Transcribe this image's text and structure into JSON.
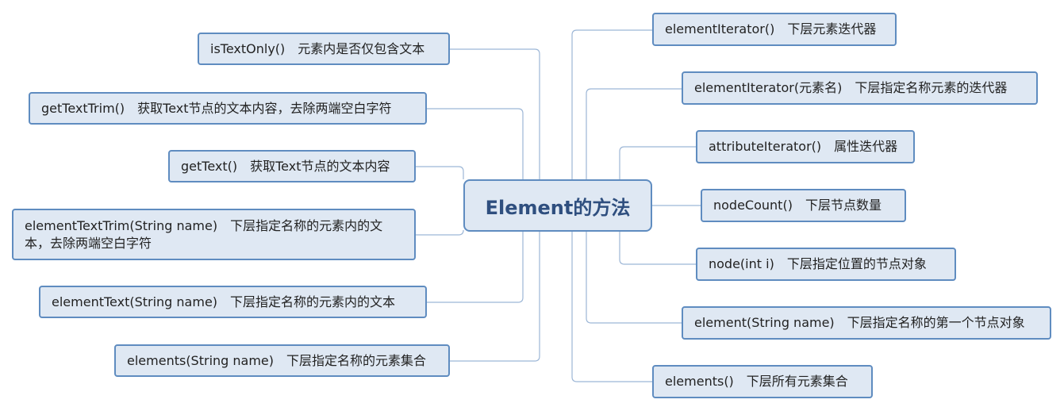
{
  "center": {
    "label": "Element的方法"
  },
  "left_nodes": [
    {
      "method": "isTextOnly()",
      "desc": "元素内是否仅包含文本"
    },
    {
      "method": "getTextTrim()",
      "desc": "获取Text节点的文本内容，去除两端空白字符"
    },
    {
      "method": "getText()",
      "desc": "获取Text节点的文本内容"
    },
    {
      "method": "elementTextTrim(String name)",
      "desc": "下层指定名称的元素内的文本，去除两端空白字符"
    },
    {
      "method": "elementText(String name)",
      "desc": "下层指定名称的元素内的文本"
    },
    {
      "method": "elements(String name)",
      "desc": "下层指定名称的元素集合"
    }
  ],
  "right_nodes": [
    {
      "method": "elementIterator()",
      "desc": "下层元素迭代器"
    },
    {
      "method": "elementIterator(元素名)",
      "desc": "下层指定名称元素的迭代器"
    },
    {
      "method": "attributeIterator()",
      "desc": "属性迭代器"
    },
    {
      "method": "nodeCount()",
      "desc": "下层节点数量"
    },
    {
      "method": "node(int i)",
      "desc": "下层指定位置的节点对象"
    },
    {
      "method": "element(String name)",
      "desc": "下层指定名称的第一个节点对象"
    },
    {
      "method": "elements()",
      "desc": "下层所有元素集合"
    }
  ],
  "colors": {
    "node_fill": "#dfe8f3",
    "node_border": "#5f8cc0",
    "connector": "#9cb6d6",
    "center_text": "#2f4f7f"
  }
}
